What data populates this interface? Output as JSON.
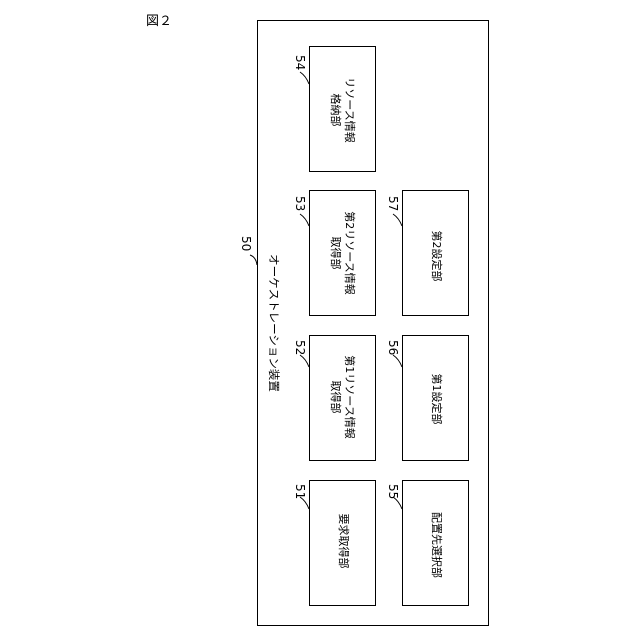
{
  "figure_label": "図２",
  "device": {
    "ref": "50",
    "title": "オーケストレーション装置"
  },
  "blocks": {
    "b54": {
      "ref": "54",
      "line1": "リソース情報",
      "line2": "格納部"
    },
    "b53": {
      "ref": "53",
      "line1": "第2リソース情報",
      "line2": "取得部"
    },
    "b57": {
      "ref": "57",
      "line1": "第2設定部",
      "line2": ""
    },
    "b52": {
      "ref": "52",
      "line1": "第1リソース情報",
      "line2": "取得部"
    },
    "b56": {
      "ref": "56",
      "line1": "第1設定部",
      "line2": ""
    },
    "b51": {
      "ref": "51",
      "line1": "要求取得部",
      "line2": ""
    },
    "b55": {
      "ref": "55",
      "line1": "配置先選択部",
      "line2": ""
    }
  }
}
